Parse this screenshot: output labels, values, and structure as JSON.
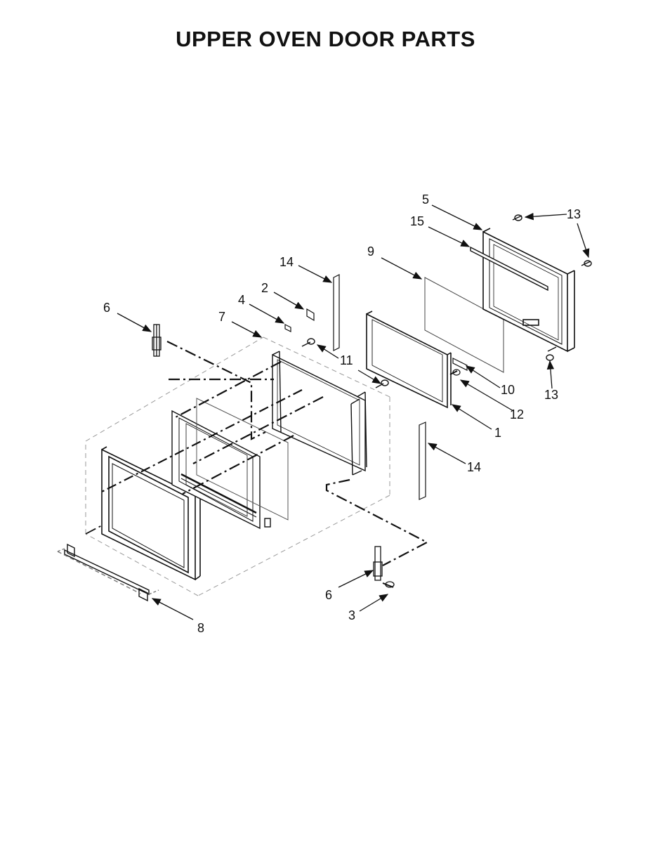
{
  "title": "UPPER OVEN DOOR PARTS",
  "callouts": {
    "c1": "1",
    "c2": "2",
    "c3": "3",
    "c4": "4",
    "c5": "5",
    "c6a": "6",
    "c6b": "6",
    "c7": "7",
    "c8": "8",
    "c9": "9",
    "c10": "10",
    "c11": "11",
    "c12": "12",
    "c13a": "13",
    "c13b": "13",
    "c14a": "14",
    "c14b": "14",
    "c15": "15"
  },
  "colors": {
    "ink": "#111111",
    "phantom": "#9a9a9a",
    "background": "#ffffff"
  }
}
